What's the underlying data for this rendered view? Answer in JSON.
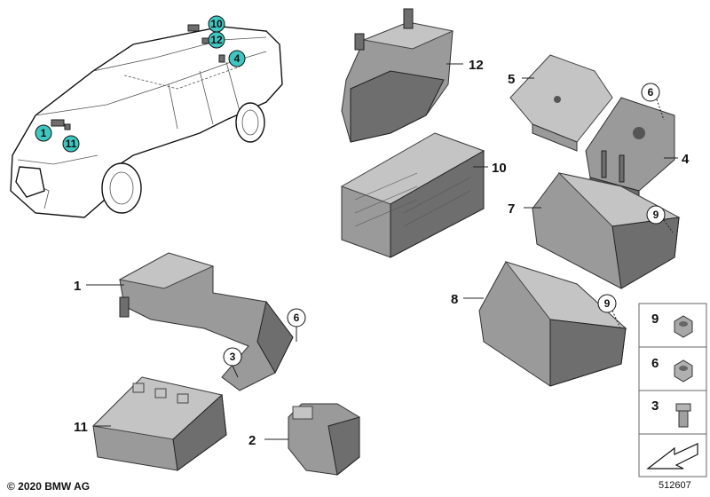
{
  "labels": {
    "l1": "1",
    "l2": "2",
    "l3": "3",
    "l4": "4",
    "l5": "5",
    "l6": "6",
    "l7": "7",
    "l8": "8",
    "l9": "9",
    "l10": "10",
    "l11": "11",
    "l12": "12"
  },
  "car_bubbles": [
    "10",
    "12",
    "4",
    "1",
    "11"
  ],
  "hardware_box": [
    "9",
    "6",
    "3"
  ],
  "detail_callouts": {
    "six": "6",
    "nine_a": "9",
    "nine_b": "9",
    "six_b": "6",
    "three_b": "3"
  },
  "copyright": "© 2020 BMW AG",
  "doc_id": "512607",
  "colors": {
    "bubble": "#3ec7c0",
    "part": "#9a9a9a"
  }
}
